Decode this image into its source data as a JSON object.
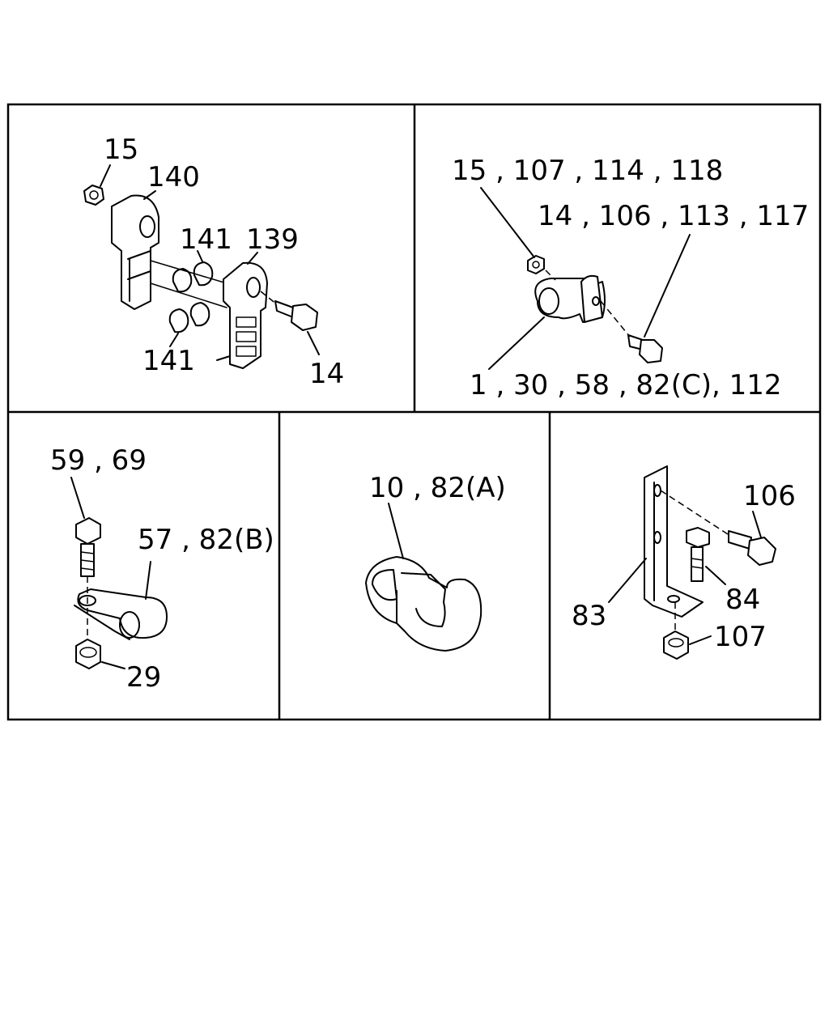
{
  "panels": [
    {
      "id": "top-left",
      "labels": [
        "15",
        "140",
        "141",
        "139",
        "141",
        "14"
      ]
    },
    {
      "id": "top-right",
      "labels": [
        "15 , 107 , 114 , 118",
        "14 , 106 , 113 , 117",
        "1 , 30 , 58 , 82(C), 112"
      ]
    },
    {
      "id": "bottom-left",
      "labels": [
        "59 , 69",
        "57 , 82(B)",
        "29"
      ]
    },
    {
      "id": "bottom-middle",
      "labels": [
        "10 , 82(A)"
      ]
    },
    {
      "id": "bottom-right",
      "labels": [
        "106",
        "84",
        "83",
        "107"
      ]
    }
  ]
}
